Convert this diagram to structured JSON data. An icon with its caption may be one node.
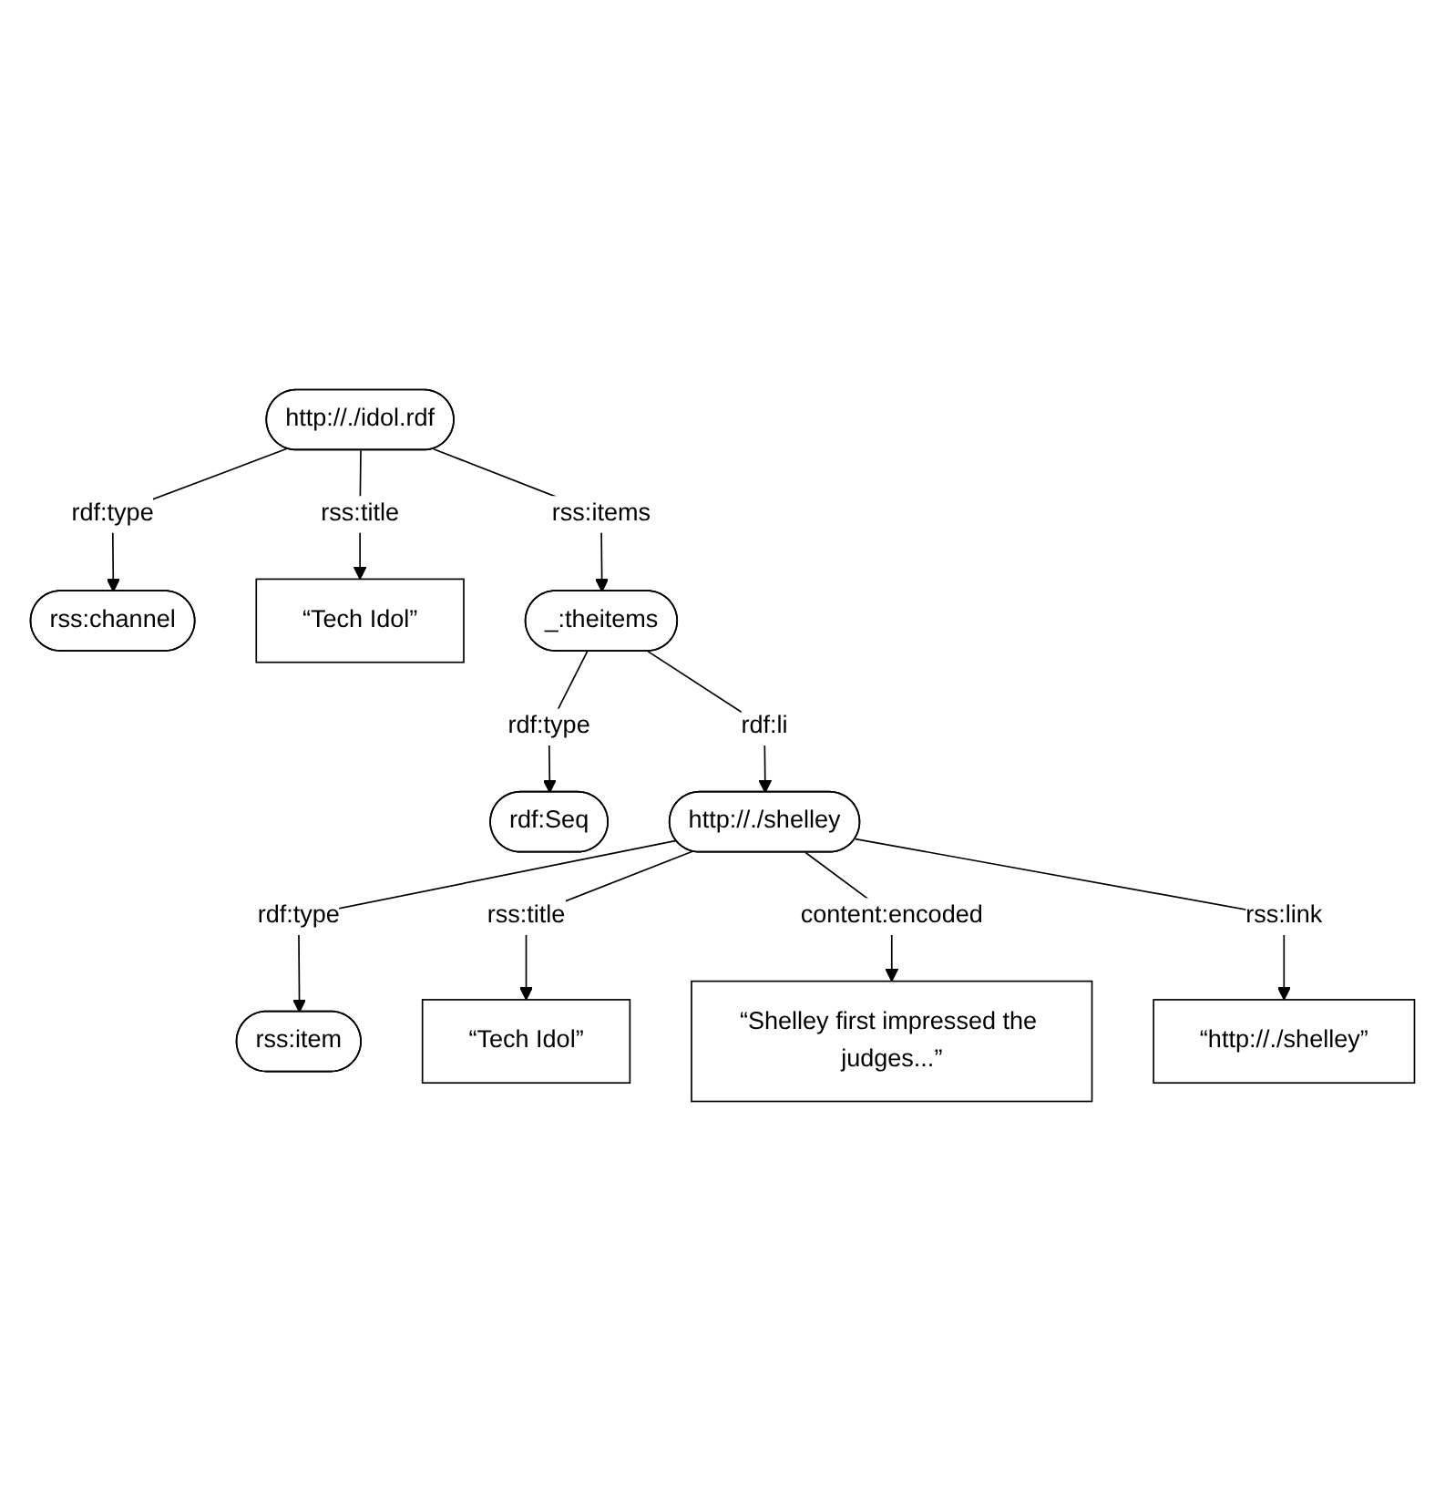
{
  "diagram": {
    "nodes": [
      {
        "text": [
          "http://./idol.rdf"
        ]
      },
      {
        "text": [
          "rss:channel"
        ]
      },
      {
        "text": [
          "“Tech Idol”"
        ]
      },
      {
        "text": [
          "_:theitems"
        ]
      },
      {
        "text": [
          "rdf:Seq"
        ]
      },
      {
        "text": [
          "http://./shelley"
        ]
      },
      {
        "text": [
          "rss:item"
        ]
      },
      {
        "text": [
          "“Tech Idol”"
        ]
      },
      {
        "text": [
          "“Shelley first impressed the judges...”"
        ]
      },
      {
        "text": [
          "“http://./shelley”"
        ]
      }
    ],
    "edges": [
      {
        "from": 0,
        "to": 1,
        "arrow": "to",
        "label": "rdf:type"
      },
      {
        "from": 0,
        "to": 2,
        "arrow": "to",
        "label": "rss:title"
      },
      {
        "from": 0,
        "to": 3,
        "arrow": "to",
        "label": "rss:items"
      },
      {
        "from": 3,
        "to": 4,
        "arrow": "to",
        "label": "rdf:type"
      },
      {
        "from": 3,
        "to": 5,
        "arrow": "to",
        "label": "rdf:li"
      },
      {
        "from": 5,
        "to": 6,
        "arrow": "to",
        "label": "rdf:type"
      },
      {
        "from": 5,
        "to": 7,
        "arrow": "to",
        "label": "rss:title"
      },
      {
        "from": 5,
        "to": 8,
        "arrow": "to",
        "label": "content:encoded"
      },
      {
        "from": 5,
        "to": 9,
        "arrow": "to",
        "label": "rss:link"
      }
    ]
  }
}
